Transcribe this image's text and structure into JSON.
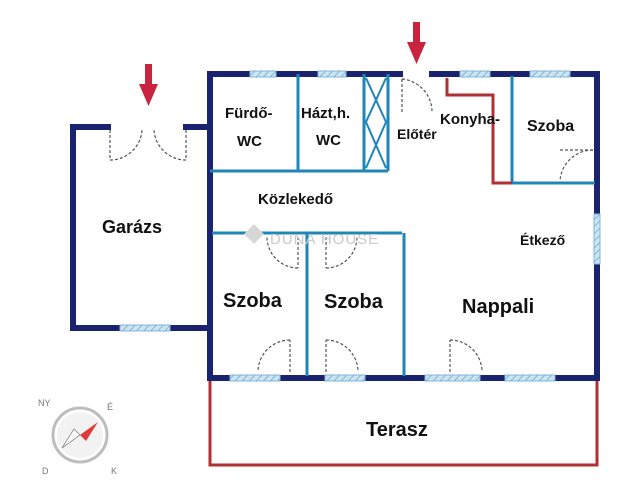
{
  "rooms": {
    "furdo_wc_line1": "Fürdő-",
    "furdo_wc_line2": "WC",
    "haztartasi_wc_line1": "Házt,h.",
    "haztartasi_wc_line2": "WC",
    "eloter": "Előtér",
    "konyha": "Konyha-",
    "szoba_right": "Szoba",
    "kozlekedo": "Közlekedő",
    "garazs": "Garázs",
    "etkezo": "Étkező",
    "szoba_left": "Szoba",
    "szoba_middle": "Szoba",
    "nappali": "Nappali",
    "terasz": "Terasz"
  },
  "watermark": "DUNA HOUSE",
  "compass": {
    "letters": [
      "É",
      "K",
      "D",
      "NY"
    ],
    "needle_colors": [
      "#e03a3a",
      "#ffffff"
    ]
  },
  "colors": {
    "outer_wall": "#1a2370",
    "inner_wall": "#1e86b8",
    "kitchen_wall": "#b03034",
    "terrace": "#b03034",
    "entry_arrow": "#c8233f",
    "window": "#7fb6d8",
    "door": "#666666"
  },
  "entrances": [
    {
      "name": "garage-entry-arrow"
    },
    {
      "name": "main-entry-arrow"
    }
  ]
}
